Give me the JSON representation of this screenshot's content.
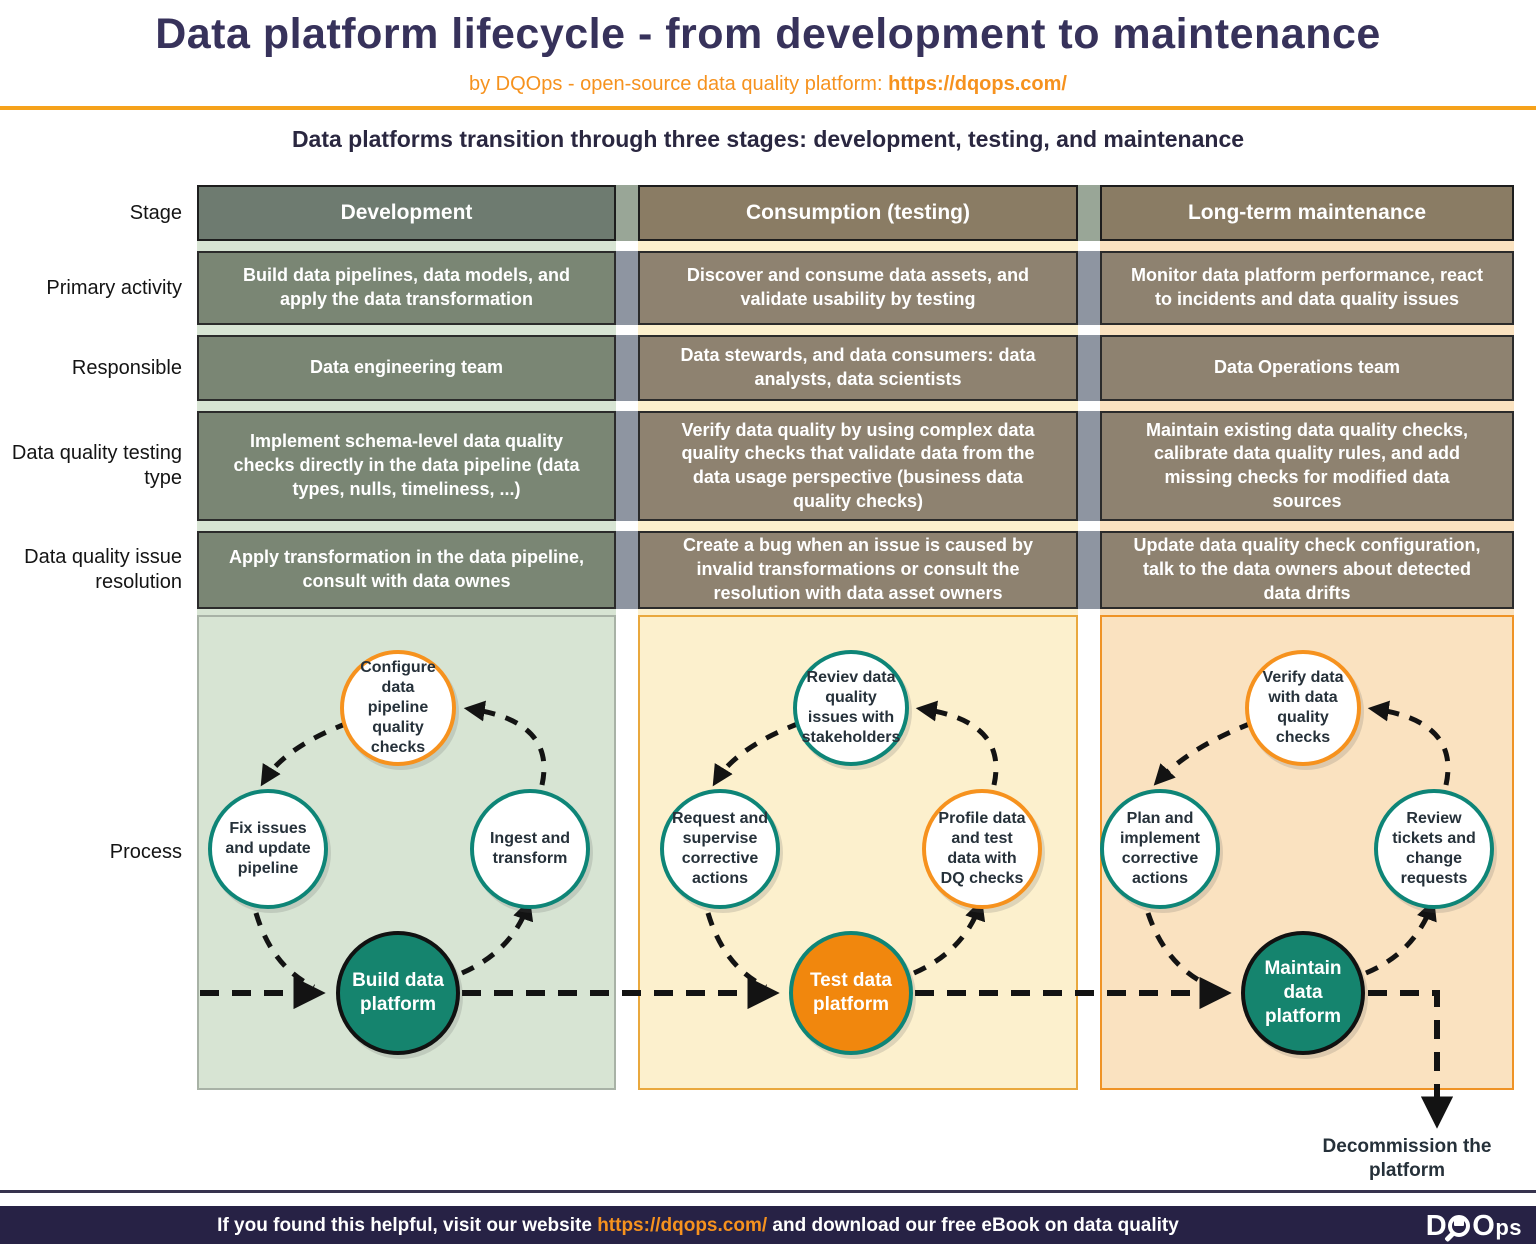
{
  "header": {
    "title": "Data platform lifecycle - from development to maintenance",
    "subtitle_prefix": "by DQOps - open-source data quality platform: ",
    "subtitle_link": "https://dqops.com/",
    "intro": "Data platforms transition through three stages: development, testing, and maintenance"
  },
  "table": {
    "row_labels": [
      "Stage",
      "Primary activity",
      "Responsible",
      "Data quality testing type",
      "Data quality issue resolution",
      "Process"
    ],
    "columns": [
      {
        "header": "Development",
        "primary_activity": "Build data pipelines, data models, and apply the data transformation",
        "responsible": "Data engineering team",
        "testing_type": "Implement schema-level data quality checks directly in the data pipeline (data types, nulls, timeliness, ...)",
        "issue_resolution": "Apply transformation in the data pipeline, consult with data ownes",
        "process": {
          "top": "Configure data pipeline quality checks",
          "left": "Fix issues and update pipeline",
          "right": "Ingest and transform",
          "center": "Build data platform"
        }
      },
      {
        "header": "Consumption (testing)",
        "primary_activity": "Discover and consume data assets, and validate usability by testing",
        "responsible": "Data stewards, and data consumers: data analysts, data scientists",
        "testing_type": "Verify data quality by using complex data quality checks that validate data from the data usage perspective (business data quality checks)",
        "issue_resolution": "Create a bug when an issue is caused by invalid transformations or consult the resolution with data asset owners",
        "process": {
          "top": "Reviev data quality issues with stakeholders",
          "left": "Request and supervise corrective actions",
          "right": "Profile data and test data with DQ checks",
          "center": "Test data platform"
        }
      },
      {
        "header": "Long-term maintenance",
        "primary_activity": "Monitor data platform performance, react to incidents and data quality issues",
        "responsible": "Data Operations team",
        "testing_type": "Maintain existing data quality checks, calibrate data quality rules, and add missing checks for modified data sources",
        "issue_resolution": "Update data quality check configuration, talk to the data owners about detected data drifts",
        "process": {
          "top": "Verify data with data quality checks",
          "left": "Plan and implement corrective actions",
          "right": "Review tickets and change requests",
          "center": "Maintain data platform"
        }
      }
    ]
  },
  "decommission_label": "Decommission the platform",
  "footer": {
    "text_prefix": "If you found this helpful, visit our website ",
    "link": "https://dqops.com/",
    "text_suffix": " and download our free eBook on data quality",
    "logo_d": "D",
    "logo_o": "O",
    "logo_ps": "ps"
  },
  "colors": {
    "accent_orange": "#F6921E",
    "brand_teal": "#0E8577",
    "footer_navy": "#272245",
    "title_navy": "#37325B",
    "dev_header": "#6E7B70",
    "warm_header": "#8A7C64",
    "dev_cell": "#7A8674",
    "warm_cell": "#8E8270",
    "dev_panel": "#D7E4D3",
    "cons_panel": "#FCF0CD",
    "maint_panel": "#FAE2C0",
    "gutter_blue": "#8E95A1"
  }
}
